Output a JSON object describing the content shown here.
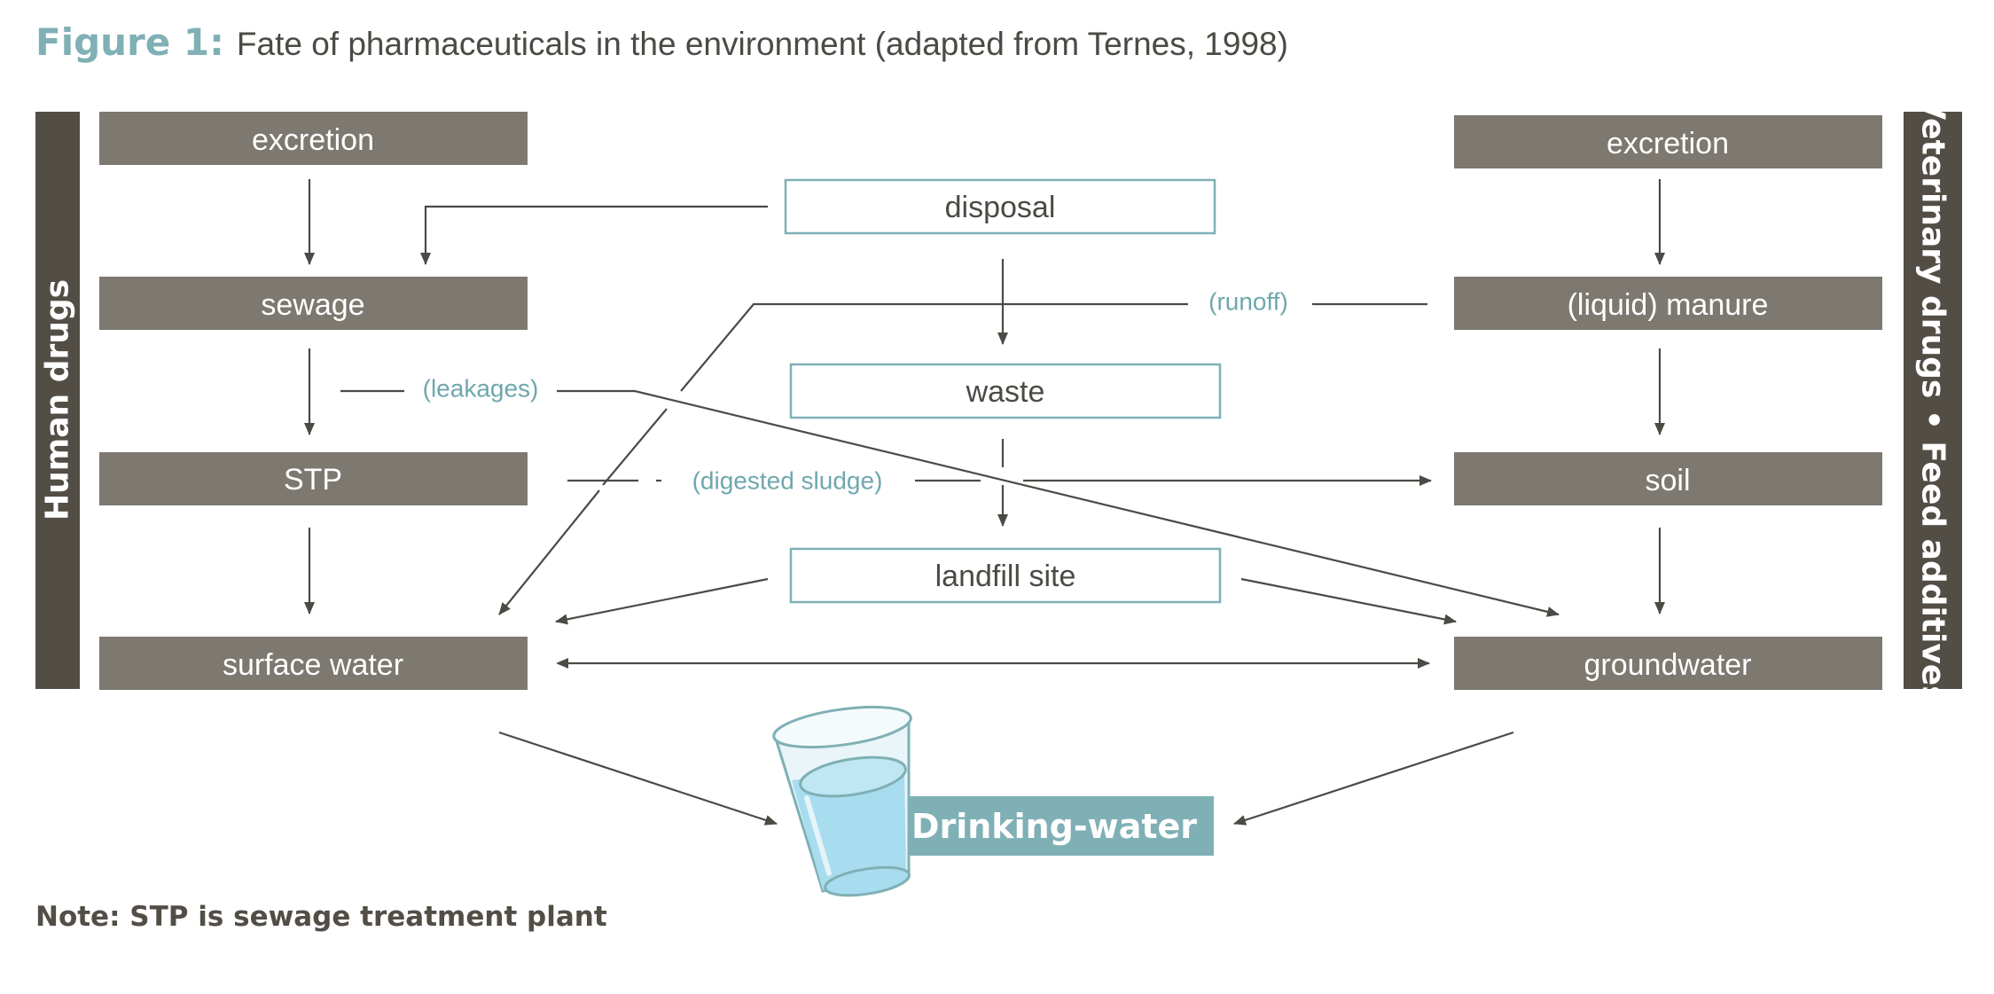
{
  "figure": {
    "label": "Figure 1:",
    "caption": "Fate of pharmaceuticals in the environment (adapted from Ternes, 1998)"
  },
  "sidebars": {
    "left": "Human drugs",
    "right": "Veterinary drugs • Feed additives"
  },
  "human_column": {
    "excretion": "excretion",
    "sewage": "sewage",
    "stp": "STP",
    "surface_water": "surface water"
  },
  "center_column": {
    "disposal": "disposal",
    "waste": "waste",
    "landfill_site": "landfill site"
  },
  "veterinary_column": {
    "excretion": "excretion",
    "manure": "(liquid) manure",
    "soil": "soil",
    "groundwater": "groundwater"
  },
  "pathway_labels": {
    "runoff": "(runoff)",
    "leakages": "(leakages)",
    "digested_sludge": "(digested sludge)"
  },
  "drinking_water": "Drinking-water",
  "note": "Note: STP is sewage treatment plant",
  "colors": {
    "teal": "#7fb0b5",
    "box_gray": "#7d7870",
    "sidebar_dark": "#524e46",
    "text_dark": "#4c4a45",
    "glass_water": "#a8dcef"
  }
}
